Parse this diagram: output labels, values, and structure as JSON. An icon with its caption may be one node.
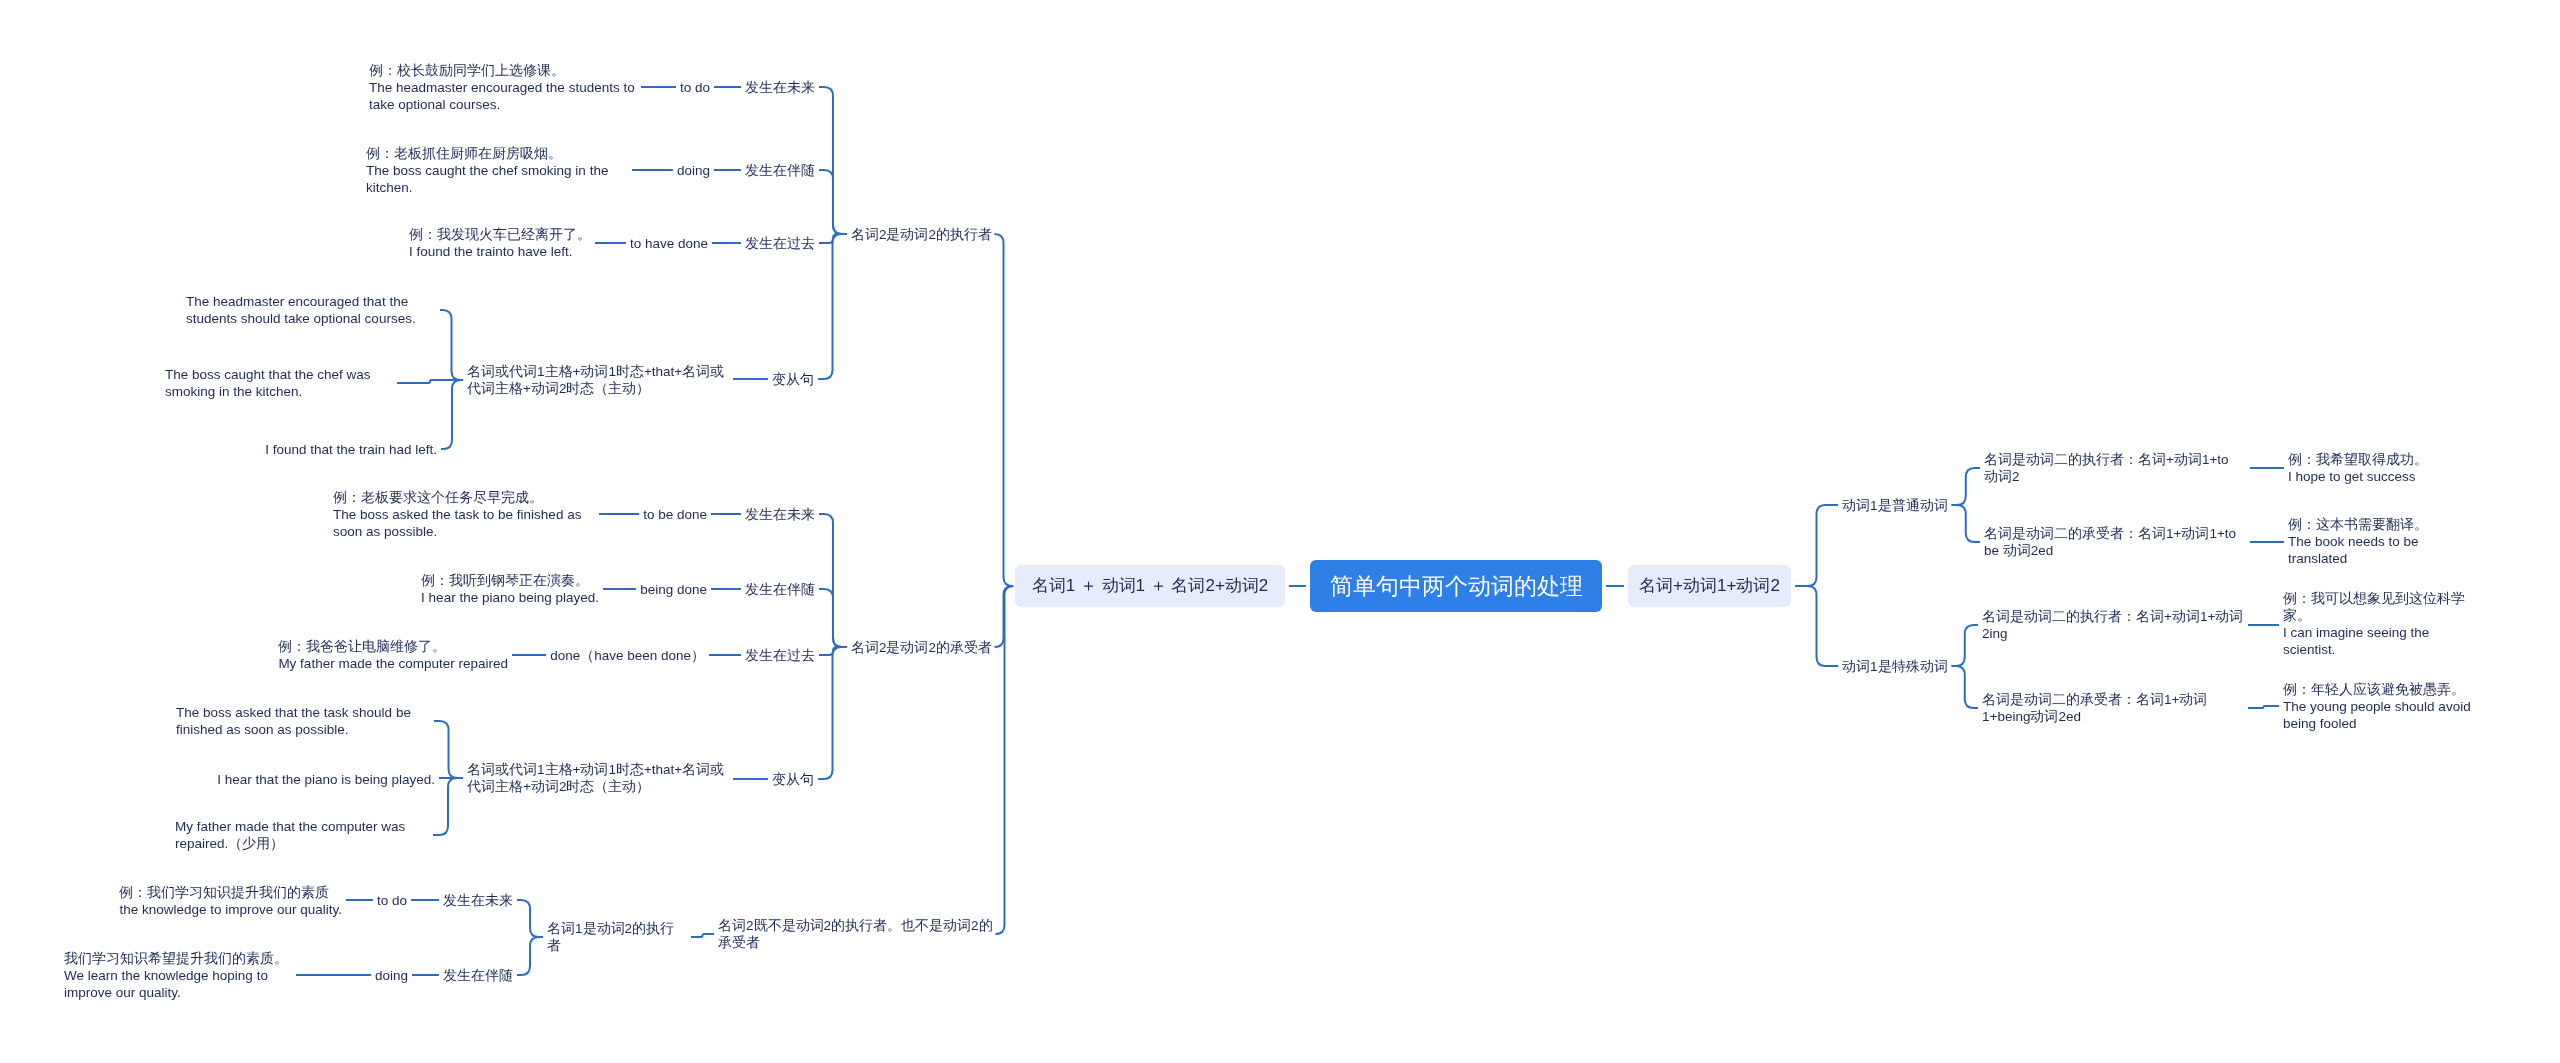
{
  "diagram": {
    "nodes": [
      {
        "text": [
          "简单句中两个动词的处理"
        ]
      },
      {
        "text": [
          "名词1 ＋ 动词1 ＋ 名词2+动词2"
        ]
      },
      {
        "text": [
          "名词+动词1+动词2"
        ]
      },
      {
        "text": [
          "名词2是动词2的执行者"
        ]
      },
      {
        "text": [
          "名词2是动词2的承受者"
        ]
      },
      {
        "text": [
          "名词2既不是动词2的执行者。也不是动词2的承受者"
        ]
      },
      {
        "text": [
          "发生在未来"
        ]
      },
      {
        "text": [
          "to do"
        ]
      },
      {
        "text": [
          "例：校长鼓励同学们上选修课。",
          "The headmaster encouraged the students to take optional courses."
        ]
      },
      {
        "text": [
          "发生在伴随"
        ]
      },
      {
        "text": [
          "doing"
        ]
      },
      {
        "text": [
          "例：老板抓住厨师在厨房吸烟。",
          "The boss caught the chef smoking in the kitchen."
        ]
      },
      {
        "text": [
          "发生在过去"
        ]
      },
      {
        "text": [
          "to have done"
        ]
      },
      {
        "text": [
          "例：我发现火车已经离开了。",
          "I found the trainto have left."
        ]
      },
      {
        "text": [
          "变从句"
        ]
      },
      {
        "text": [
          "名词或代词1主格+动词1时态+that+名词或代词主格+动词2时态（主动）"
        ]
      },
      {
        "text": [
          "The headmaster encouraged that the students should take optional courses."
        ]
      },
      {
        "text": [
          "The boss caught that the chef was smoking in the kitchen."
        ]
      },
      {
        "text": [
          "I found that the train had left."
        ]
      },
      {
        "text": [
          "发生在未来"
        ]
      },
      {
        "text": [
          "to be done"
        ]
      },
      {
        "text": [
          "例：老板要求这个任务尽早完成。",
          "The boss asked the task to be finished as soon as possible."
        ]
      },
      {
        "text": [
          "发生在伴随"
        ]
      },
      {
        "text": [
          "being done"
        ]
      },
      {
        "text": [
          "例：我听到钢琴正在演奏。",
          "I hear the piano being played."
        ]
      },
      {
        "text": [
          "发生在过去"
        ]
      },
      {
        "text": [
          "done（have been done）"
        ]
      },
      {
        "text": [
          "例：我爸爸让电脑维修了。",
          "My father made the computer repaired"
        ]
      },
      {
        "text": [
          "变从句"
        ]
      },
      {
        "text": [
          "名词或代词1主格+动词1时态+that+名词或代词主格+动词2时态（主动）"
        ]
      },
      {
        "text": [
          "The boss asked that the task should be finished as soon as possible."
        ]
      },
      {
        "text": [
          "I hear that the piano is being played."
        ]
      },
      {
        "text": [
          "My father made that the computer was repaired.（少用）"
        ]
      },
      {
        "text": [
          "名词1是动词2的执行者"
        ]
      },
      {
        "text": [
          "发生在未来"
        ]
      },
      {
        "text": [
          "to do"
        ]
      },
      {
        "text": [
          "例：我们学习知识提升我们的素质",
          "the knowledge to improve our quality."
        ]
      },
      {
        "text": [
          "发生在伴随"
        ]
      },
      {
        "text": [
          "doing"
        ]
      },
      {
        "text": [
          "我们学习知识希望提升我们的素质。",
          "We learn the knowledge hoping to improve our quality."
        ]
      },
      {
        "text": [
          "动词1是普通动词"
        ]
      },
      {
        "text": [
          "名词是动词二的执行者：名词+动词1+to 动词2"
        ]
      },
      {
        "text": [
          "例：我希望取得成功。",
          "I hope to get success"
        ]
      },
      {
        "text": [
          "名词是动词二的承受者：名词1+动词1+to be 动词2ed"
        ]
      },
      {
        "text": [
          "例：这本书需要翻译。",
          "The book needs to be translated"
        ]
      },
      {
        "text": [
          "动词1是特殊动词"
        ]
      },
      {
        "text": [
          "名词是动词二的执行者：名词+动词1+动词2ing"
        ]
      },
      {
        "text": [
          "例：我可以想象见到这位科学家。",
          "I can imagine seeing the scientist."
        ]
      },
      {
        "text": [
          "名词是动词二的承受者：名词1+动词1+being动词2ed"
        ]
      },
      {
        "text": [
          "例：年轻人应该避免被愚弄。",
          "The young people should avoid being fooled"
        ]
      }
    ],
    "edges": [
      {
        "from": 0,
        "to": 1,
        "arrow": "none"
      },
      {
        "from": 0,
        "to": 2,
        "arrow": "none"
      },
      {
        "from": 1,
        "to": 3,
        "arrow": "none"
      },
      {
        "from": 1,
        "to": 4,
        "arrow": "none"
      },
      {
        "from": 1,
        "to": 5,
        "arrow": "none"
      },
      {
        "from": 3,
        "to": 6,
        "arrow": "none"
      },
      {
        "from": 6,
        "to": 7,
        "arrow": "none"
      },
      {
        "from": 7,
        "to": 8,
        "arrow": "none"
      },
      {
        "from": 3,
        "to": 9,
        "arrow": "none"
      },
      {
        "from": 9,
        "to": 10,
        "arrow": "none"
      },
      {
        "from": 10,
        "to": 11,
        "arrow": "none"
      },
      {
        "from": 3,
        "to": 12,
        "arrow": "none"
      },
      {
        "from": 12,
        "to": 13,
        "arrow": "none"
      },
      {
        "from": 13,
        "to": 14,
        "arrow": "none"
      },
      {
        "from": 3,
        "to": 15,
        "arrow": "none"
      },
      {
        "from": 15,
        "to": 16,
        "arrow": "none"
      },
      {
        "from": 16,
        "to": 17,
        "arrow": "none"
      },
      {
        "from": 16,
        "to": 18,
        "arrow": "none"
      },
      {
        "from": 16,
        "to": 19,
        "arrow": "none"
      },
      {
        "from": 4,
        "to": 20,
        "arrow": "none"
      },
      {
        "from": 20,
        "to": 21,
        "arrow": "none"
      },
      {
        "from": 21,
        "to": 22,
        "arrow": "none"
      },
      {
        "from": 4,
        "to": 23,
        "arrow": "none"
      },
      {
        "from": 23,
        "to": 24,
        "arrow": "none"
      },
      {
        "from": 24,
        "to": 25,
        "arrow": "none"
      },
      {
        "from": 4,
        "to": 26,
        "arrow": "none"
      },
      {
        "from": 26,
        "to": 27,
        "arrow": "none"
      },
      {
        "from": 27,
        "to": 28,
        "arrow": "none"
      },
      {
        "from": 4,
        "to": 29,
        "arrow": "none"
      },
      {
        "from": 29,
        "to": 30,
        "arrow": "none"
      },
      {
        "from": 30,
        "to": 31,
        "arrow": "none"
      },
      {
        "from": 30,
        "to": 32,
        "arrow": "none"
      },
      {
        "from": 30,
        "to": 33,
        "arrow": "none"
      },
      {
        "from": 5,
        "to": 34,
        "arrow": "none"
      },
      {
        "from": 34,
        "to": 35,
        "arrow": "none"
      },
      {
        "from": 35,
        "to": 36,
        "arrow": "none"
      },
      {
        "from": 36,
        "to": 37,
        "arrow": "none"
      },
      {
        "from": 34,
        "to": 38,
        "arrow": "none"
      },
      {
        "from": 38,
        "to": 39,
        "arrow": "none"
      },
      {
        "from": 39,
        "to": 40,
        "arrow": "none"
      },
      {
        "from": 2,
        "to": 41,
        "arrow": "none"
      },
      {
        "from": 41,
        "to": 42,
        "arrow": "none"
      },
      {
        "from": 42,
        "to": 43,
        "arrow": "none"
      },
      {
        "from": 41,
        "to": 44,
        "arrow": "none"
      },
      {
        "from": 44,
        "to": 45,
        "arrow": "none"
      },
      {
        "from": 2,
        "to": 46,
        "arrow": "none"
      },
      {
        "from": 46,
        "to": 47,
        "arrow": "none"
      },
      {
        "from": 47,
        "to": 48,
        "arrow": "none"
      },
      {
        "from": 46,
        "to": 49,
        "arrow": "none"
      },
      {
        "from": 49,
        "to": 50,
        "arrow": "none"
      }
    ]
  }
}
